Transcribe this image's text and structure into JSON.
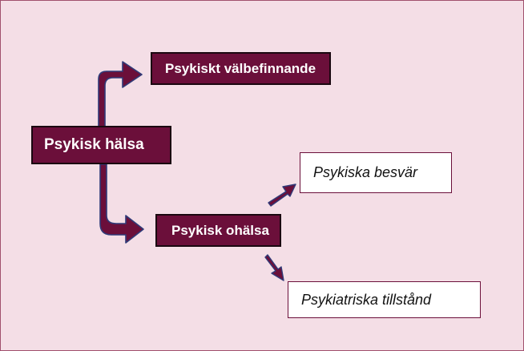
{
  "diagram": {
    "root": {
      "label": "Psykisk hälsa"
    },
    "wellbeing": {
      "label": "Psykiskt välbefinnande"
    },
    "illhealth": {
      "label": "Psykisk ohälsa"
    },
    "complaints": {
      "label": "Psykiska besvär"
    },
    "psychiatric": {
      "label": "Psykiatriska tillstånd"
    }
  },
  "colors": {
    "background": "#f4dee6",
    "node_fill": "#6b0f3a",
    "node_text": "#ffffff",
    "leaf_fill": "#ffffff",
    "arrow_fill": "#6b0f3a",
    "arrow_stroke": "#2f3a78"
  }
}
